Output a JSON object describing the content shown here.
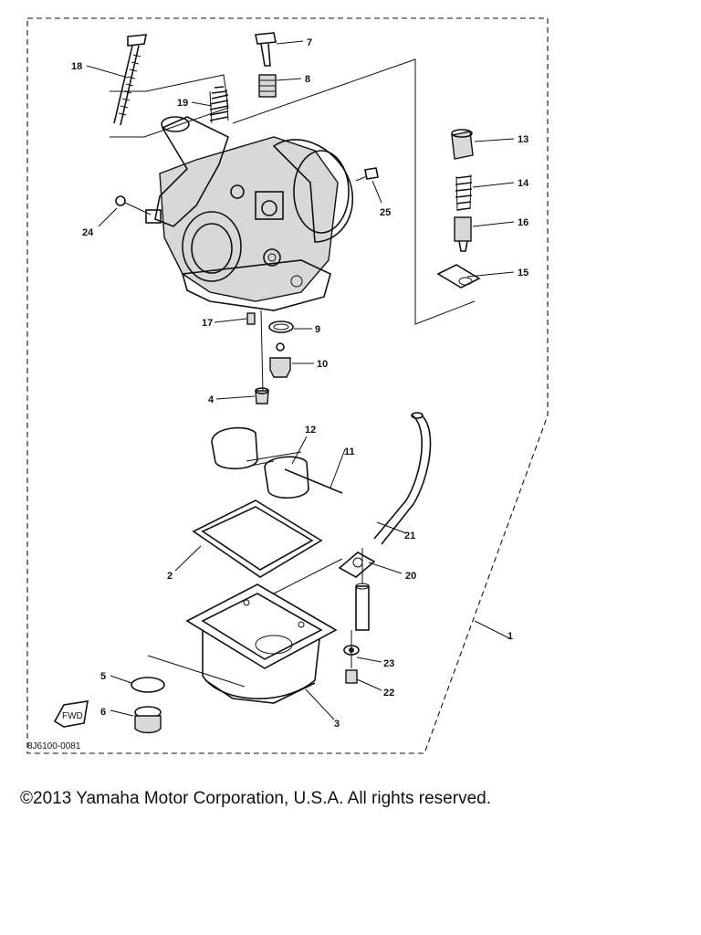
{
  "diagram": {
    "code": "8J6100-0081",
    "fwd_mark": "FWD",
    "callouts": [
      "1",
      "2",
      "3",
      "4",
      "5",
      "6",
      "7",
      "8",
      "9",
      "10",
      "11",
      "12",
      "13",
      "14",
      "15",
      "16",
      "17",
      "18",
      "19",
      "20",
      "21",
      "22",
      "23",
      "24",
      "25"
    ]
  },
  "footer": {
    "copyright": "©2013 Yamaha Motor Corporation, U.S.A. All rights reserved."
  }
}
